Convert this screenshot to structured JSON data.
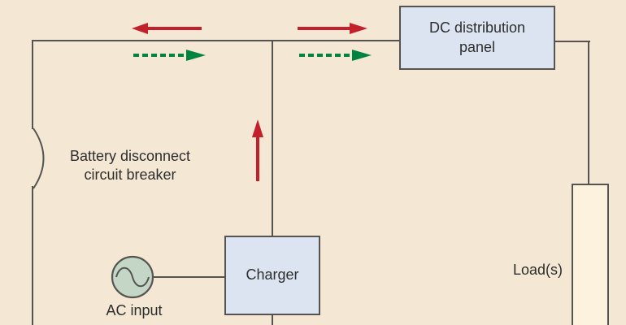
{
  "colors": {
    "bg": "#f4e8d5",
    "wire": "#555451",
    "node_fill": "#dce4f2",
    "load_fill": "#fcf2dd",
    "ac_fill": "#c4d6c6",
    "arrow_red": "#c2212b",
    "arrow_green": "#008240",
    "text": "#2e2e2e"
  },
  "nodes": {
    "dc_panel": {
      "label": "DC distribution panel"
    },
    "charger": {
      "label": "Charger"
    },
    "load": {
      "label": "Load(s)"
    },
    "ac_input": {
      "label": "AC input"
    },
    "breaker": {
      "label": "Battery disconnect circuit breaker"
    }
  },
  "arrows": [
    {
      "id": "top-left-solid",
      "color": "red",
      "style": "solid",
      "direction": "left"
    },
    {
      "id": "top-left-dashed",
      "color": "green",
      "style": "dashed",
      "direction": "right"
    },
    {
      "id": "top-right-solid",
      "color": "red",
      "style": "solid",
      "direction": "right"
    },
    {
      "id": "top-right-dashed",
      "color": "green",
      "style": "dashed",
      "direction": "right"
    },
    {
      "id": "charger-output",
      "color": "red",
      "style": "solid",
      "direction": "up"
    }
  ]
}
